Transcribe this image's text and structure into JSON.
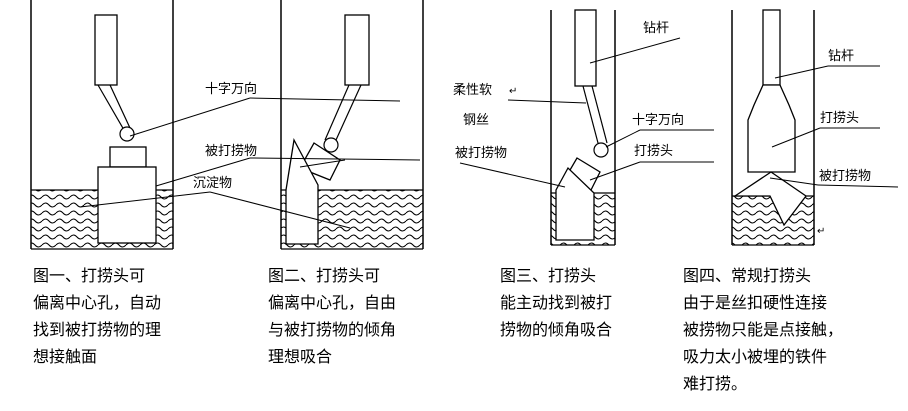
{
  "figure1": {
    "caption_lines": [
      "图一、打捞头可",
      "偏离中心孔，自动",
      "找到被打捞物的理",
      "想接触面"
    ]
  },
  "figure2": {
    "labels": {
      "universal_joint": "十字万向",
      "fished_object": "被打捞物",
      "sediment": "沉淀物"
    },
    "caption_lines": [
      "图二、打捞头可",
      "偏离中心孔，自由",
      "与被打捞物的倾角",
      "理想吸合"
    ]
  },
  "figure3": {
    "labels": {
      "drill_rod": "钻杆",
      "flexible_cable_1": "柔性软",
      "flexible_cable_2": "钢丝",
      "universal_joint": "十字万向",
      "fished_object": "被打捞物",
      "fishing_head": "打捞头"
    },
    "caption_lines": [
      "图三、打捞头",
      "能主动找到被打",
      "捞物的倾角吸合"
    ]
  },
  "figure4": {
    "labels": {
      "drill_rod": "钻杆",
      "fishing_head": "打捞头",
      "fished_object": "被打捞物"
    },
    "caption_lines": [
      "图四、常规打捞头",
      "由于是丝扣硬性连接",
      "被捞物只能是点接触，",
      "吸力太小被埋的铁件",
      "难打捞。"
    ]
  },
  "paragraph_mark": "↵"
}
